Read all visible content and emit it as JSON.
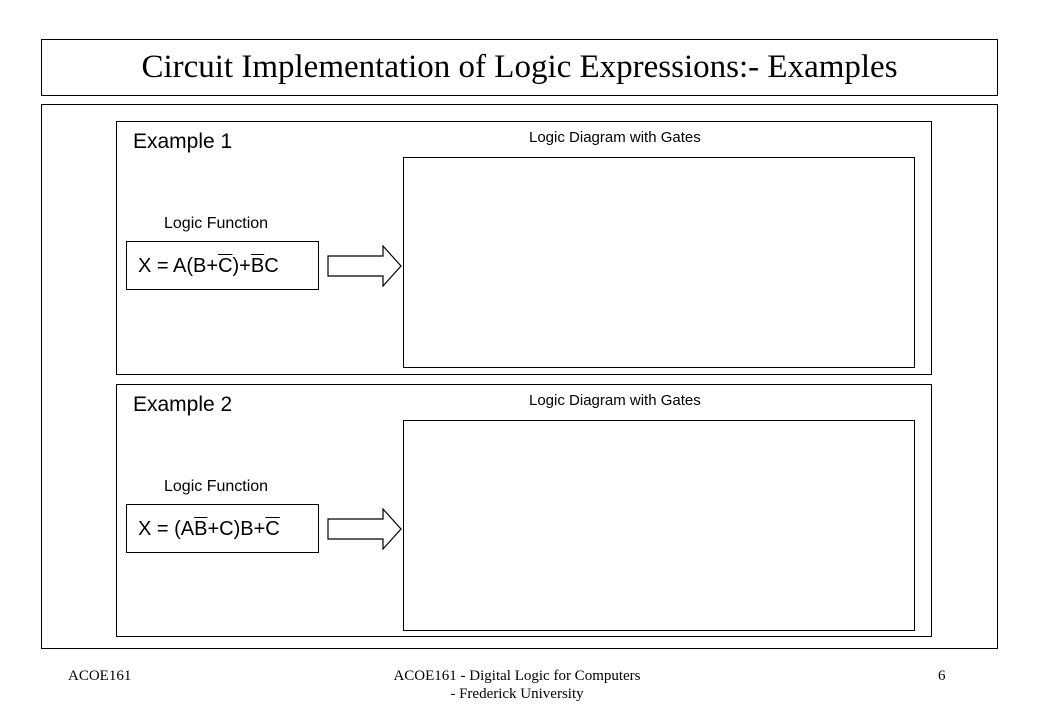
{
  "slide": {
    "title": "Circuit Implementation of Logic Expressions:- Examples"
  },
  "examples": [
    {
      "label": "Example 1",
      "diagram_label": "Logic Diagram with Gates",
      "function_label": "Logic Function",
      "expression": [
        {
          "text": "X = A(B+",
          "bar": false
        },
        {
          "text": "C",
          "bar": true
        },
        {
          "text": ")+",
          "bar": false
        },
        {
          "text": "B",
          "bar": true
        },
        {
          "text": "C",
          "bar": false
        }
      ]
    },
    {
      "label": "Example 2",
      "diagram_label": "Logic Diagram with Gates",
      "function_label": "Logic Function",
      "expression": [
        {
          "text": "X = (A",
          "bar": false
        },
        {
          "text": "B",
          "bar": true
        },
        {
          "text": "+C)B+",
          "bar": false
        },
        {
          "text": "C",
          "bar": true
        }
      ]
    }
  ],
  "footer": {
    "left": "ACOE161",
    "center_line1": "ACOE161 - Digital Logic for Computers",
    "center_line2": "- Frederick University",
    "page_number": "6"
  }
}
